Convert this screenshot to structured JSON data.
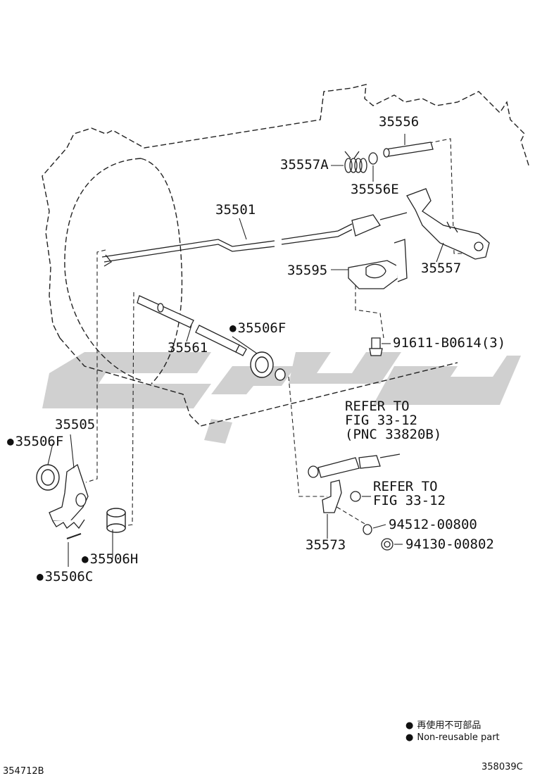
{
  "parts": {
    "p35556": "35556",
    "p35557A": "35557A",
    "p35556E": "35556E",
    "p35501": "35501",
    "p35557": "35557",
    "p35595": "35595",
    "p35506F_a": "35506F",
    "p91611": "91611-B0614(3)",
    "p35561": "35561",
    "p35505": "35505",
    "p35506F_b": "35506F",
    "p35506H": "35506H",
    "p35506C": "35506C",
    "p35573": "35573",
    "p94512": "94512-00800",
    "p94130": "94130-00802"
  },
  "refs": {
    "ref1_line1": "REFER TO",
    "ref1_line2": "FIG 33-12",
    "ref1_line3": "(PNC 33820B)",
    "ref2_line1": "REFER TO",
    "ref2_line2": "FIG 33-12"
  },
  "legend": {
    "item1": "再使用不可部品",
    "item2": "Non-reusable part"
  },
  "figure_ids": {
    "left": "354712B",
    "right": "358039C"
  }
}
